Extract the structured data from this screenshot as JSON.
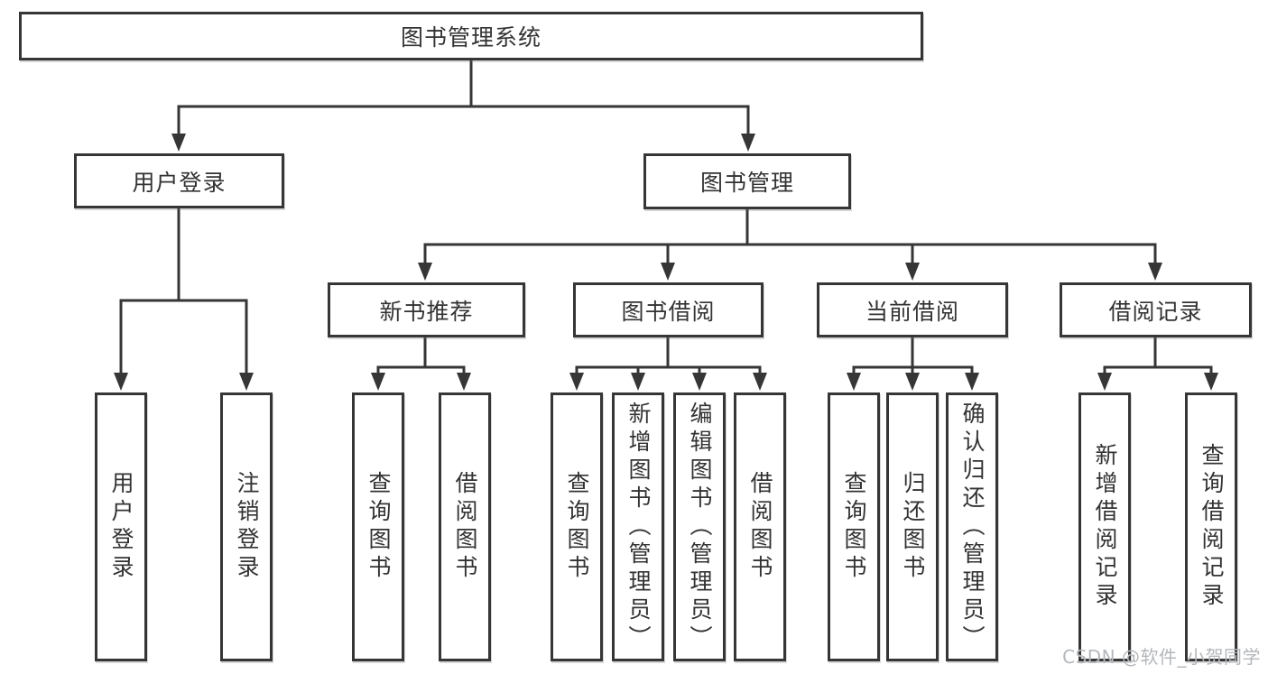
{
  "diagram": {
    "root": {
      "label": "图书管理系统"
    },
    "level2": [
      {
        "label": "用户登录"
      },
      {
        "label": "图书管理"
      }
    ],
    "level3": [
      {
        "label": "新书推荐"
      },
      {
        "label": "图书借阅"
      },
      {
        "label": "当前借阅"
      },
      {
        "label": "借阅记录"
      }
    ],
    "leaves": {
      "user_login": [
        {
          "label": "用户登录"
        },
        {
          "label": "注销登录"
        }
      ],
      "new_books": [
        {
          "label": "查询图书"
        },
        {
          "label": "借阅图书"
        }
      ],
      "book_borrow": [
        {
          "label": "查询图书"
        },
        {
          "label": "新增图书（管理员）"
        },
        {
          "label": "编辑图书（管理员）"
        },
        {
          "label": "借阅图书"
        }
      ],
      "current_borrow": [
        {
          "label": "查询图书"
        },
        {
          "label": "归还图书"
        },
        {
          "label": "确认归还（管理员）"
        }
      ],
      "borrow_records": [
        {
          "label": "新增借阅记录"
        },
        {
          "label": "查询借阅记录"
        }
      ]
    }
  },
  "watermark": {
    "text": "CSDN @软件_小贺同学",
    "color": "#b4b7bb"
  },
  "colors": {
    "line": "#363636",
    "box_border": "#363636",
    "box_fill": "#ffffff",
    "text": "#333333",
    "background": "#ffffff"
  }
}
